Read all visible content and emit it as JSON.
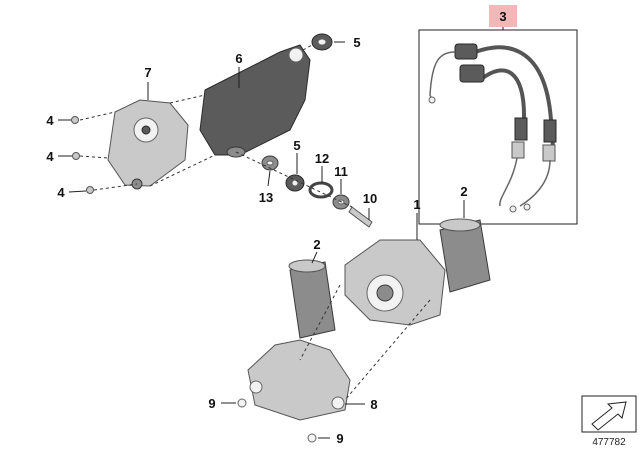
{
  "callouts": {
    "c1": "1",
    "c2a": "2",
    "c2b": "2",
    "c3": "3",
    "c4a": "4",
    "c4b": "4",
    "c4c": "4",
    "c5a": "5",
    "c5b": "5",
    "c6": "6",
    "c7": "7",
    "c8": "8",
    "c9a": "9",
    "c9b": "9",
    "c10": "10",
    "c11": "11",
    "c12": "12",
    "c13": "13"
  },
  "reference_number": "477782",
  "colors": {
    "callout3_highlight": "#f2b8b8",
    "part_dark": "#5b5b5b",
    "part_light": "#c9c9c9"
  },
  "icons": {
    "cable_kit_box": "cable-assembly-icon",
    "corner_symbol": "arrow-stamp-icon"
  }
}
